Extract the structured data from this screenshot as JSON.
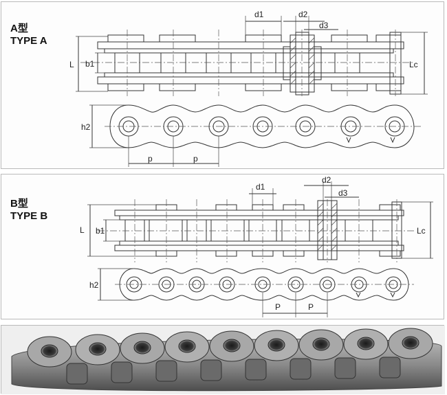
{
  "type_a": {
    "title_cn": "A型",
    "title_en": "TYPE A",
    "labels": {
      "L": "L",
      "b1": "b1",
      "Lc": "Lc",
      "h2": "h2",
      "d1": "d1",
      "d2": "d2",
      "d3": "d3",
      "p": "p"
    }
  },
  "type_b": {
    "title_cn": "B型",
    "title_en": "TYPE B",
    "labels": {
      "L": "L",
      "b1": "b1",
      "Lc": "Lc",
      "h2": "h2",
      "d1": "d1",
      "d2": "d2",
      "d3": "d3",
      "p": "P"
    }
  },
  "colors": {
    "line": "#333333",
    "panel_border": "#b9b9b9",
    "photo_metal": "#8a8a8a"
  }
}
